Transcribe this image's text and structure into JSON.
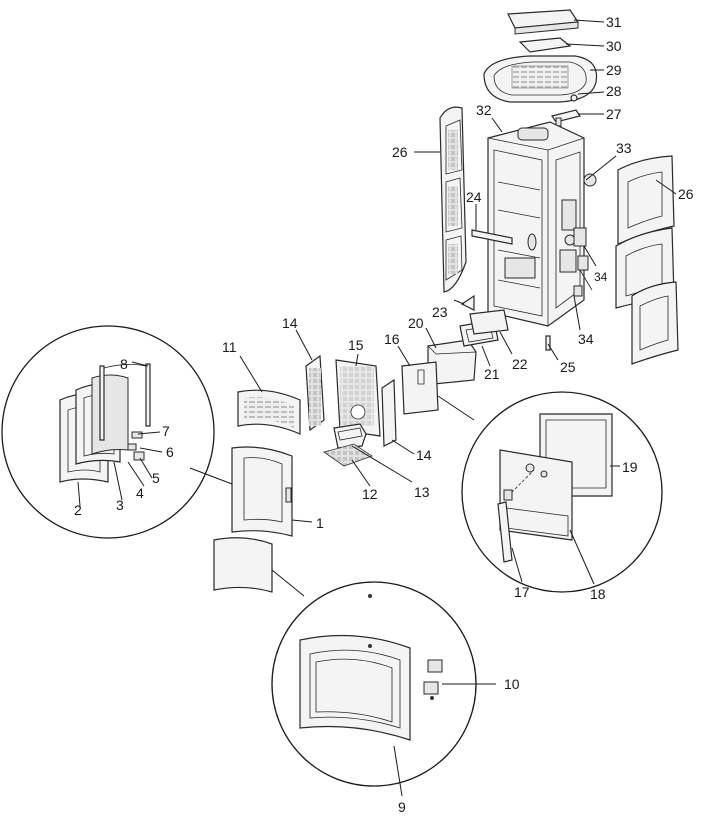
{
  "labels": {
    "p1": "1",
    "p2": "2",
    "p3": "3",
    "p4": "4",
    "p5": "5",
    "p6": "6",
    "p7": "7",
    "p8": "8",
    "p9": "9",
    "p10": "10",
    "p11": "11",
    "p12": "12",
    "p13": "13",
    "p14a": "14",
    "p14b": "14",
    "p15": "15",
    "p16": "16",
    "p17": "17",
    "p18": "18",
    "p19": "19",
    "p20": "20",
    "p21": "21",
    "p22": "22",
    "p23": "23",
    "p24": "24",
    "p25": "25",
    "p26a": "26",
    "p26b": "26",
    "p27": "27",
    "p28": "28",
    "p29": "29",
    "p30": "30",
    "p31": "31",
    "p32": "32",
    "p33": "33",
    "p34a": "34",
    "p34b": "34"
  },
  "colors": {
    "line": "#1a1a1a",
    "part_fill": "#f4f4f4",
    "shade": "#cfcfcf"
  }
}
